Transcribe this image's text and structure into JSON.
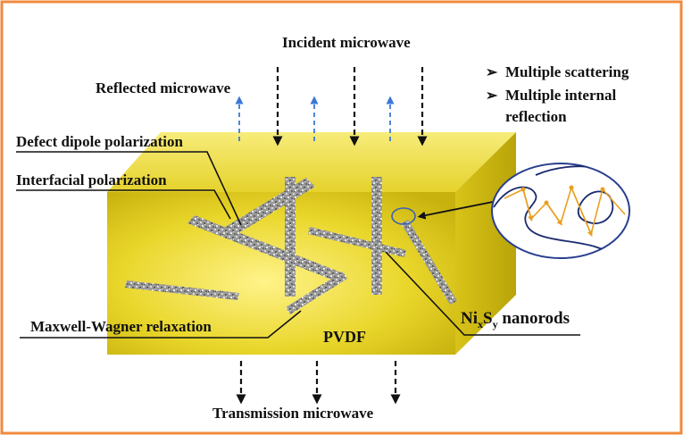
{
  "labels": {
    "incident": "Incident microwave",
    "reflected": "Reflected microwave",
    "transmission": "Transmission microwave",
    "defect_dipole": "Defect dipole polarization",
    "interfacial": "Interfacial polarization",
    "maxwell_wagner": "Maxwell-Wagner relaxation",
    "pvdf": "PVDF",
    "nanorods_prefix": "Ni",
    "nanorods_sub_x": "x",
    "nanorods_mid": "S",
    "nanorods_sub_y": "y",
    "nanorods_suffix": " nanorods"
  },
  "bullets": {
    "marker": "➢",
    "items": [
      "Multiple scattering",
      "Multiple internal",
      "reflection"
    ]
  },
  "colors": {
    "frame": "#f08a3c",
    "box_front": "#e9d62a",
    "box_top": "#f2e34f",
    "box_side": "#c9b410",
    "reflected_arrow": "#3a78d8",
    "inset_path": "#e8a020",
    "inset_line": "#1a2a6e"
  }
}
